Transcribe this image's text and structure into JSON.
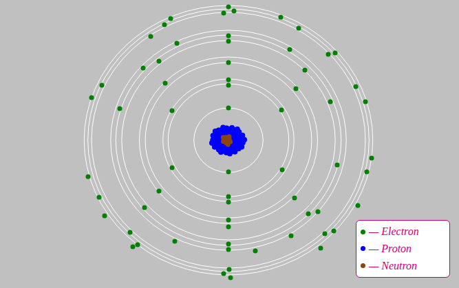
{
  "diagram": {
    "legend": [
      {
        "text": "— Electron",
        "color": "#008000"
      },
      {
        "text": "— Proton",
        "color": "#0000ff"
      },
      {
        "text": "— Neutron",
        "color": "#8b4513"
      }
    ]
  }
}
